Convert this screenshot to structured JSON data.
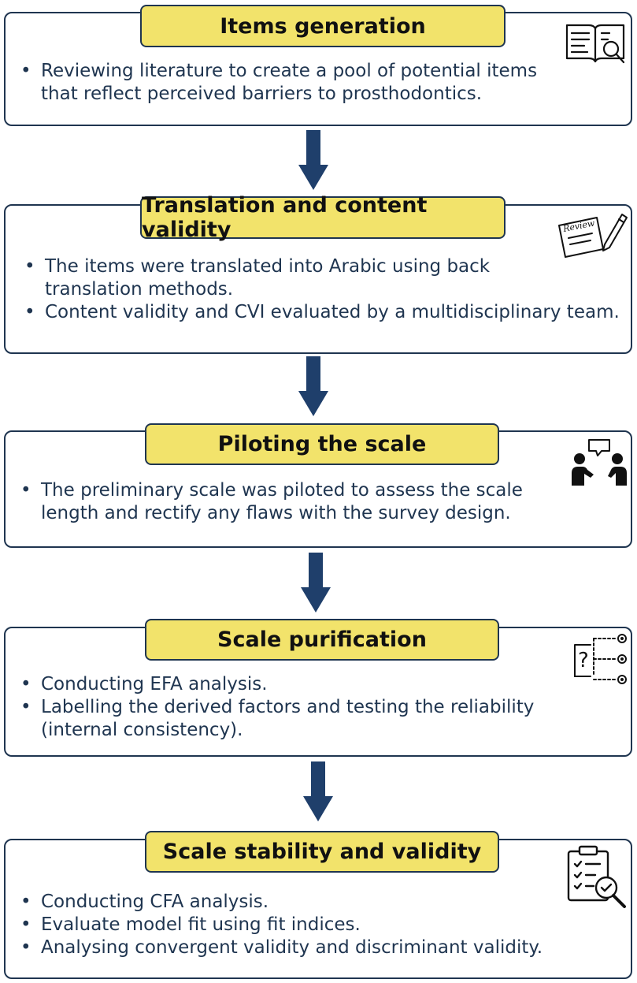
{
  "steps": [
    {
      "title": "Items generation",
      "icon": "book-search-icon",
      "bullets": [
        "Reviewing literature to create a pool of potential items that reflect perceived barriers to prosthodontics."
      ]
    },
    {
      "title": "Translation and content validity",
      "icon": "review-pen-icon",
      "icon_text": "Review",
      "bullets": [
        "The items were translated into Arabic using back translation methods.",
        "Content validity and CVI evaluated by a multidisciplinary team."
      ]
    },
    {
      "title": "Piloting the scale",
      "icon": "people-discussion-icon",
      "bullets": [
        "The preliminary scale was piloted to assess the scale length and rectify any flaws with the survey design."
      ]
    },
    {
      "title": "Scale purification",
      "icon": "question-branch-icon",
      "bullets": [
        "Conducting EFA analysis.",
        "Labelling the derived factors and testing the reliability (internal consistency)."
      ]
    },
    {
      "title": "Scale stability and validity",
      "icon": "clipboard-check-icon",
      "bullets": [
        "Conducting CFA analysis.",
        "Evaluate model fit using fit indices.",
        "Analysing convergent validity and discriminant validity."
      ]
    }
  ],
  "colors": {
    "title_fill": "#f2e36b",
    "border": "#1f3550",
    "arrow": "#1f3f6b",
    "text": "#1f3550"
  }
}
